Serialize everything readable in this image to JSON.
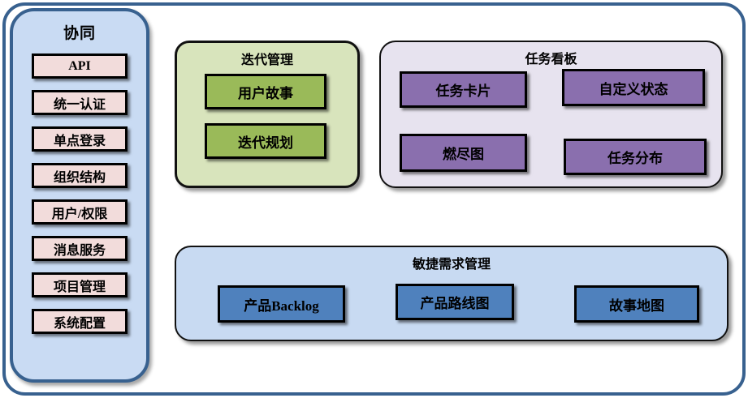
{
  "diagram": {
    "sidebar": {
      "title": "协同",
      "items": [
        "API",
        "统一认证",
        "单点登录",
        "组织结构",
        "用户/权限",
        "消息服务",
        "项目管理",
        "系统配置"
      ]
    },
    "iteration": {
      "title": "迭代管理",
      "items": [
        "用户故事",
        "迭代规划"
      ]
    },
    "kanban": {
      "title": "任务看板",
      "items": [
        "任务卡片",
        "自定义状态",
        "燃尽图",
        "任务分布"
      ]
    },
    "requirements": {
      "title": "敏捷需求管理",
      "items": [
        "产品Backlog",
        "产品路线图",
        "故事地图"
      ]
    }
  },
  "colors": {
    "frame_border": "#38618f",
    "sidebar_fill": "#c9dbf3",
    "sidebar_item_fill": "#f2dcdb",
    "iteration_fill": "#d8e4bc",
    "iteration_item_fill": "#9aba59",
    "kanban_fill": "#e7e3ef",
    "kanban_item_fill": "#8a6fae",
    "requirements_fill": "#c8daf2",
    "requirements_item_fill": "#4f81bd",
    "box_border": "#000000"
  }
}
